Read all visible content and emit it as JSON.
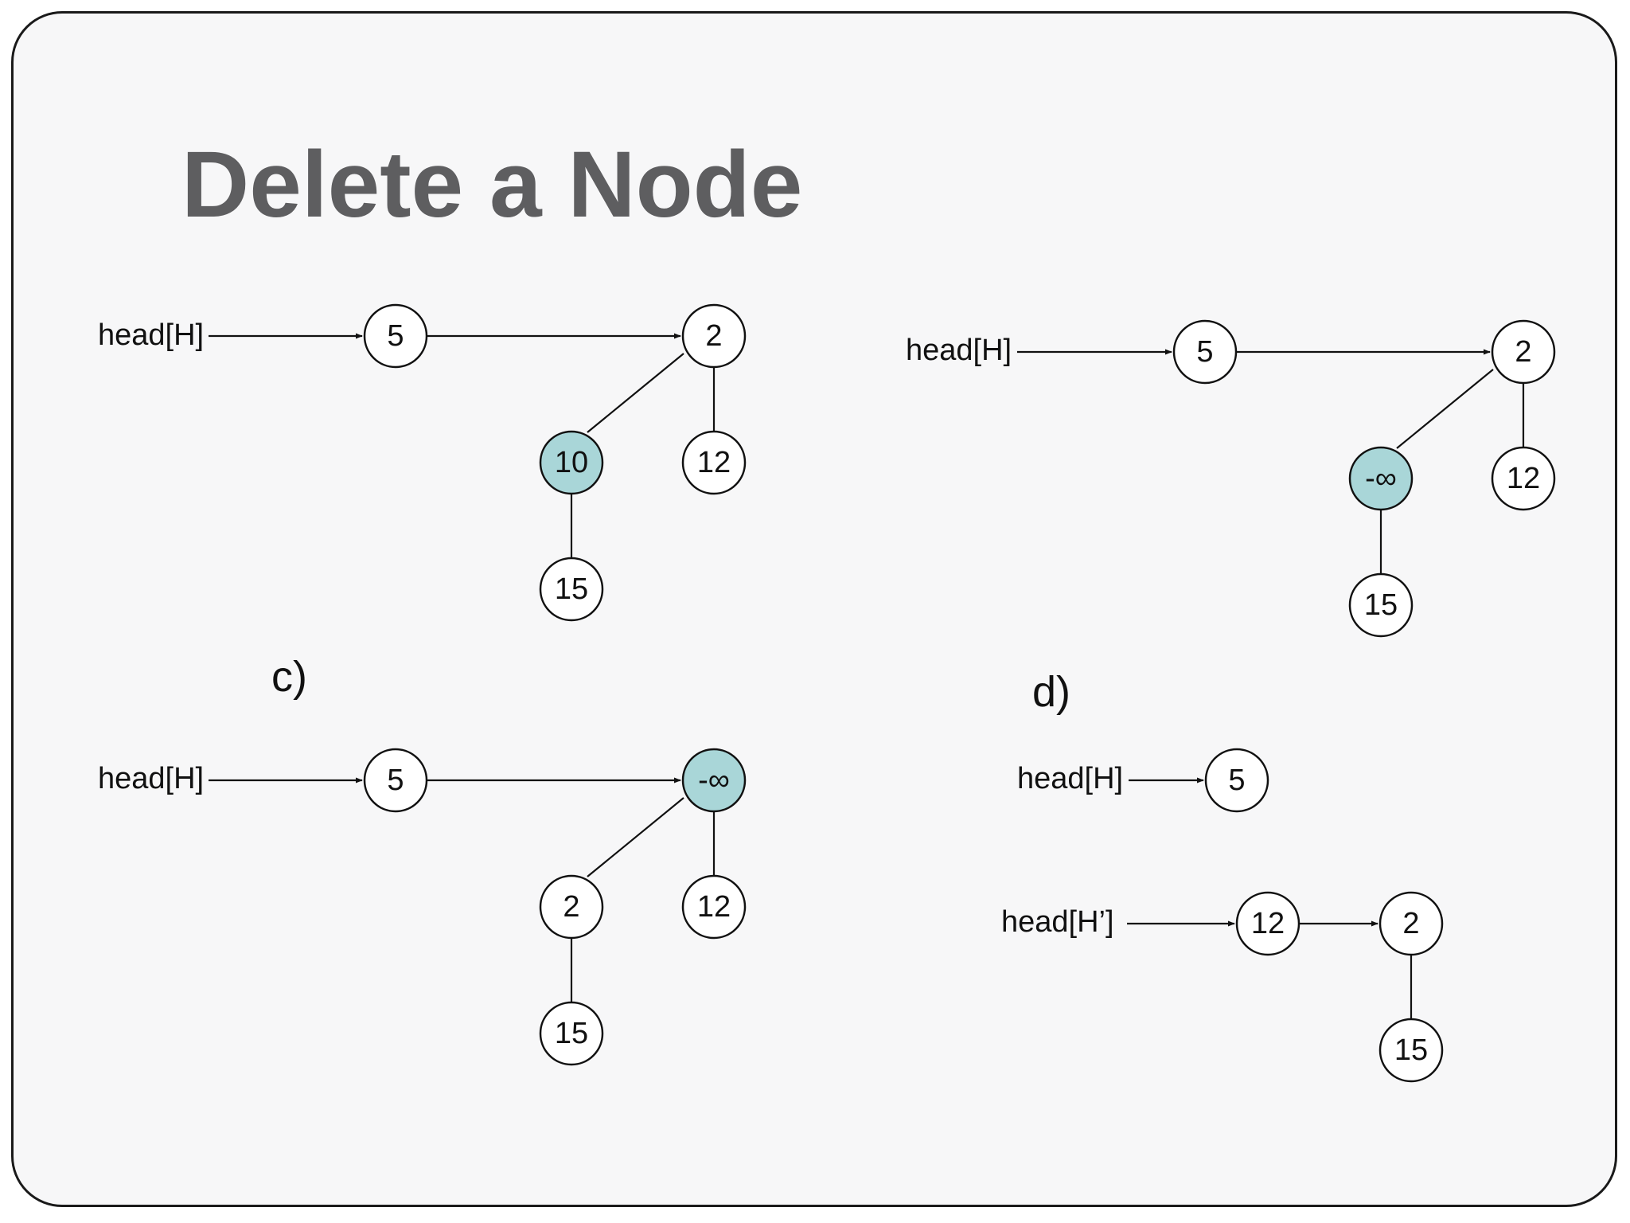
{
  "title": "Delete a Node",
  "panels": [
    {
      "label": "",
      "heads": [
        {
          "text": "head[H]"
        }
      ],
      "nodes": [
        {
          "text": "5"
        },
        {
          "text": "2"
        },
        {
          "text": "10",
          "highlighted": true
        },
        {
          "text": "12"
        },
        {
          "text": "15"
        }
      ]
    },
    {
      "label": "",
      "heads": [
        {
          "text": "head[H]"
        }
      ],
      "nodes": [
        {
          "text": "5"
        },
        {
          "text": "2"
        },
        {
          "text": "-∞",
          "highlighted": true
        },
        {
          "text": "12"
        },
        {
          "text": "15"
        }
      ]
    },
    {
      "label": "c)",
      "heads": [
        {
          "text": "head[H]"
        }
      ],
      "nodes": [
        {
          "text": "5"
        },
        {
          "text": "-∞",
          "highlighted": true
        },
        {
          "text": "2"
        },
        {
          "text": "12"
        },
        {
          "text": "15"
        }
      ]
    },
    {
      "label": "d)",
      "heads": [
        {
          "text": "head[H]"
        },
        {
          "text": "head[H’]"
        }
      ],
      "nodes": [
        {
          "text": "5"
        },
        {
          "text": "12"
        },
        {
          "text": "2"
        },
        {
          "text": "15"
        }
      ]
    }
  ],
  "colors": {
    "highlight": "#a9d6d8",
    "title": "#5e5e60",
    "background": "#f7f7f8"
  }
}
